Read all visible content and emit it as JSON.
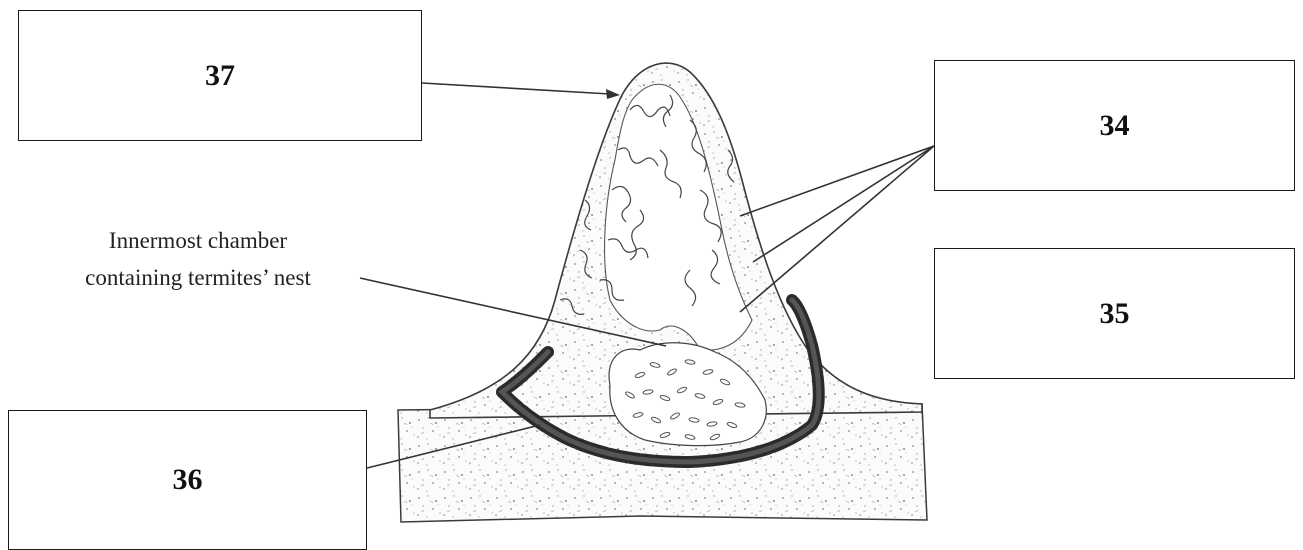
{
  "labels": {
    "box_37": "37",
    "box_34": "34",
    "box_35": "35",
    "box_36": "36",
    "inner_chamber_line1": "Innermost chamber",
    "inner_chamber_line2": "containing termites’ nest"
  },
  "colors": {
    "outline": "#3a3a3a",
    "soil_fill": "#fbfbf9",
    "speckle": "#8a8a8a",
    "cellar_wall": "#2b2b2b",
    "line": "#333333"
  }
}
